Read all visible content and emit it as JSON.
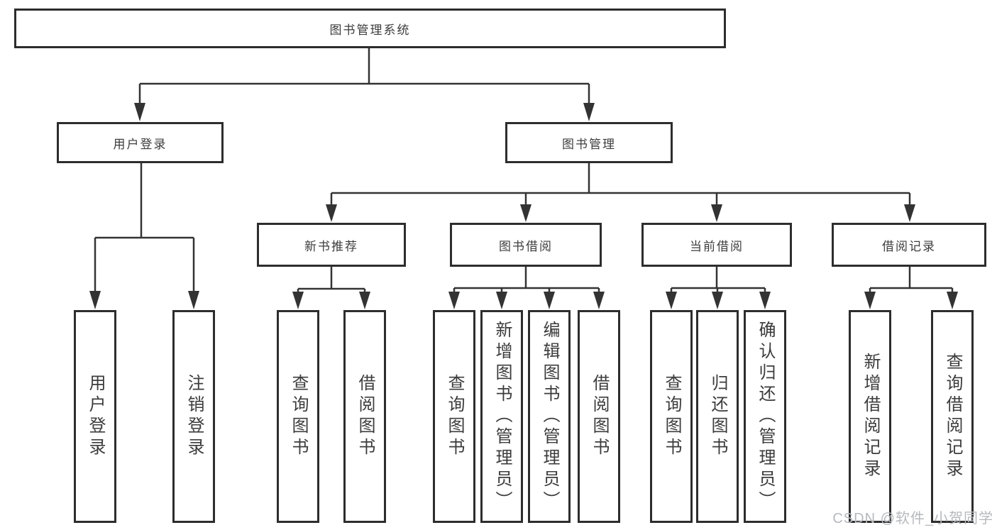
{
  "diagram": {
    "root": {
      "label": "图书管理系统"
    },
    "branches": [
      {
        "label": "用户登录",
        "children": [
          {
            "label": "用户登录"
          },
          {
            "label": "注销登录"
          }
        ]
      },
      {
        "label": "图书管理",
        "children": [
          {
            "label": "新书推荐",
            "children": [
              {
                "label": "查询图书"
              },
              {
                "label": "借阅图书"
              }
            ]
          },
          {
            "label": "图书借阅",
            "children": [
              {
                "label": "查询图书"
              },
              {
                "label": "新增图书（管理员）"
              },
              {
                "label": "编辑图书（管理员）"
              },
              {
                "label": "借阅图书"
              }
            ]
          },
          {
            "label": "当前借阅",
            "children": [
              {
                "label": "查询图书"
              },
              {
                "label": "归还图书"
              },
              {
                "label": "确认归还（管理员）"
              }
            ]
          },
          {
            "label": "借阅记录",
            "children": [
              {
                "label": "新增借阅记录"
              },
              {
                "label": "查询借阅记录"
              }
            ]
          }
        ]
      }
    ]
  },
  "watermark": {
    "text": "CSDN @软件_小贺同学"
  },
  "colors": {
    "line": "#333333",
    "box_border": "#2d2d2d",
    "text": "#3c3c3c",
    "background": "#ffffff",
    "watermark_text": "#b6b9bd"
  }
}
